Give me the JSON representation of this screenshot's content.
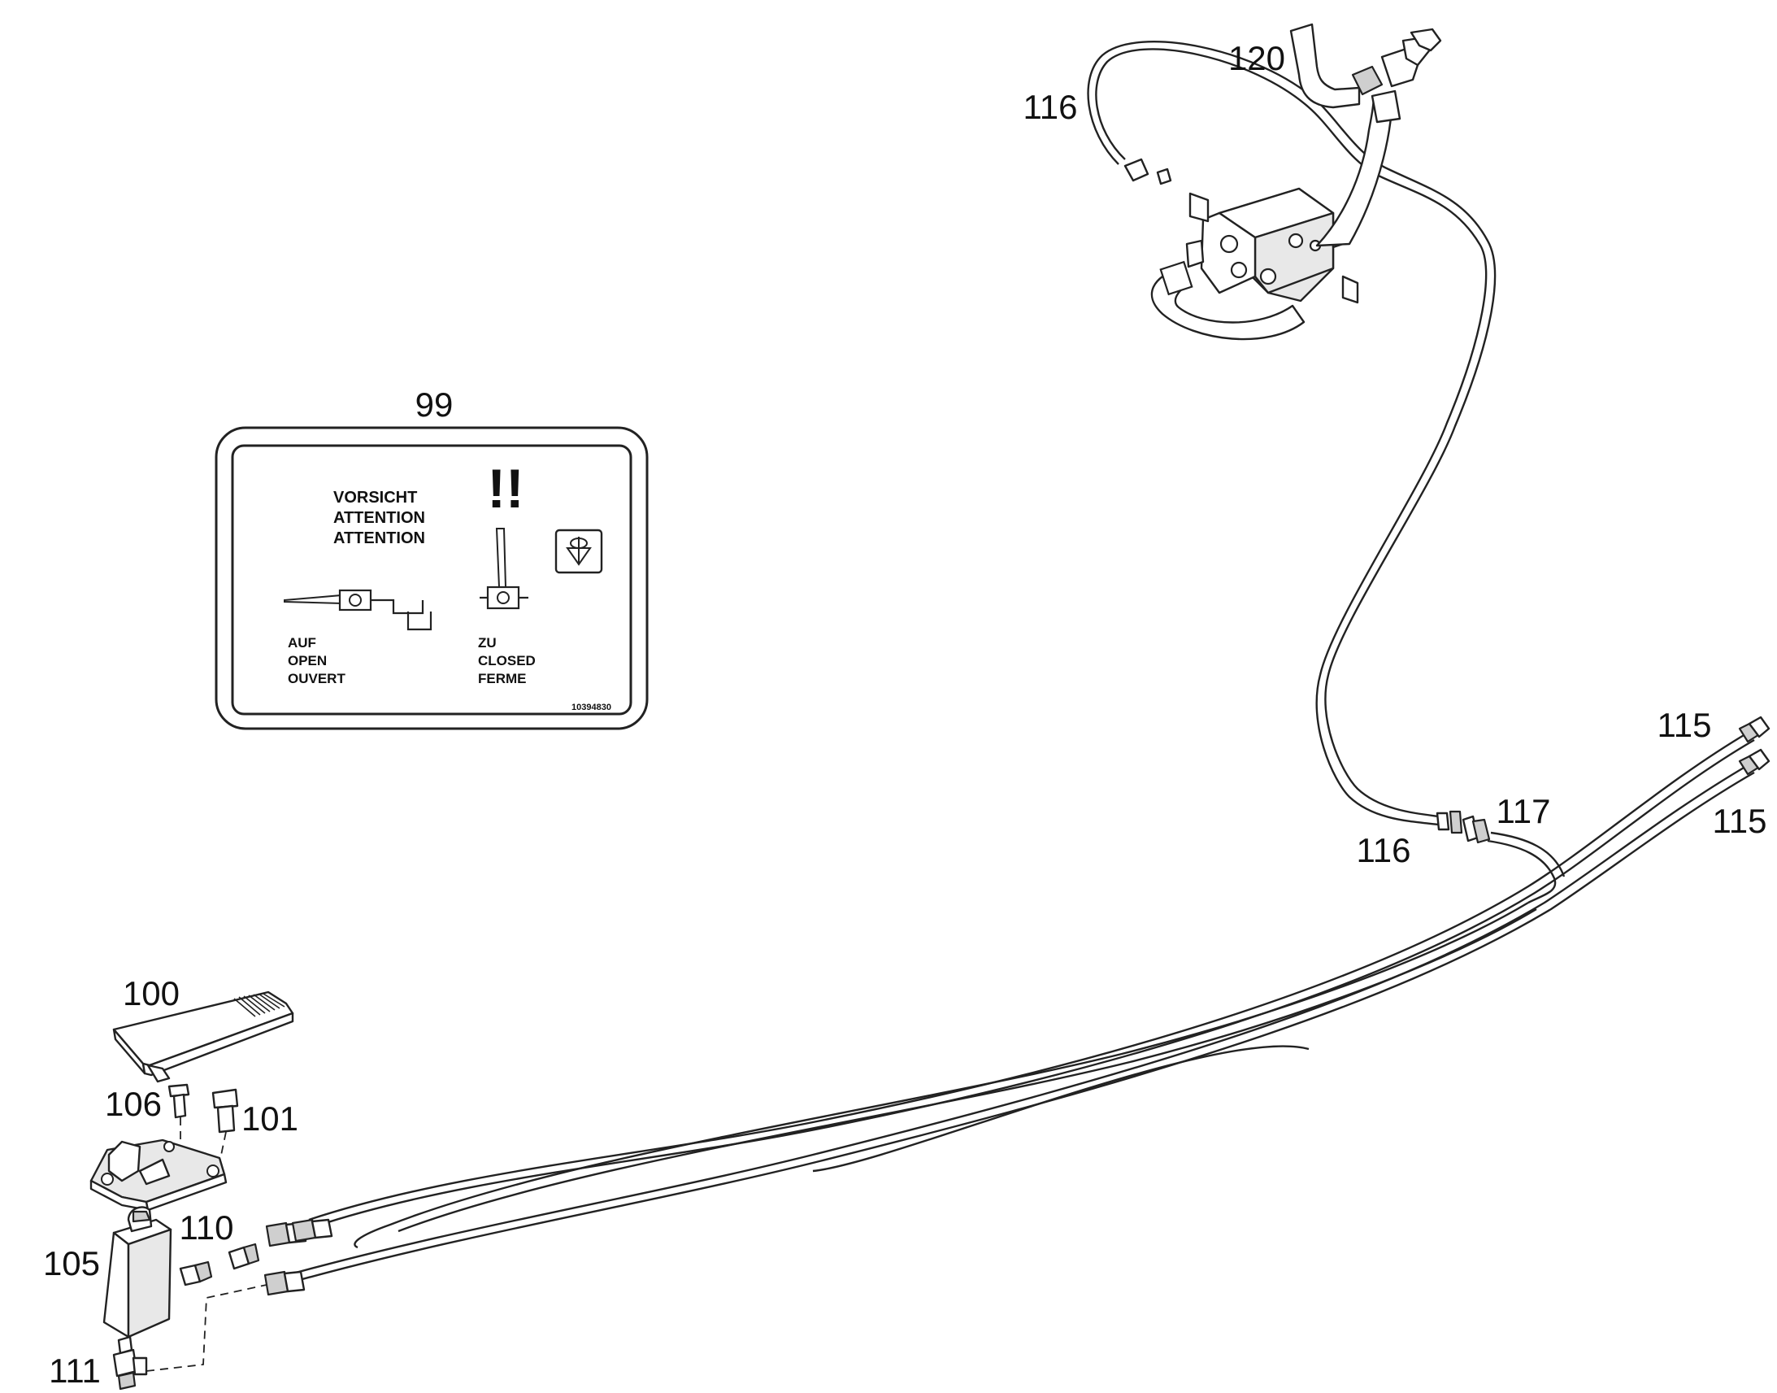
{
  "callouts": {
    "c99": "99",
    "c100": "100",
    "c101": "101",
    "c105": "105",
    "c106": "106",
    "c110": "110",
    "c111": "111",
    "c115a": "115",
    "c115b": "115",
    "c116a": "116",
    "c116b": "116",
    "c117": "117",
    "c120": "120"
  },
  "decal": {
    "warning_mark": "!!",
    "warning_lines": [
      "VORSICHT",
      "ATTENTION",
      "ATTENTION"
    ],
    "open_lines": [
      "AUF",
      "OPEN",
      "OUVERT"
    ],
    "closed_lines": [
      "ZU",
      "CLOSED",
      "FERME"
    ],
    "part_number": "10394830"
  }
}
